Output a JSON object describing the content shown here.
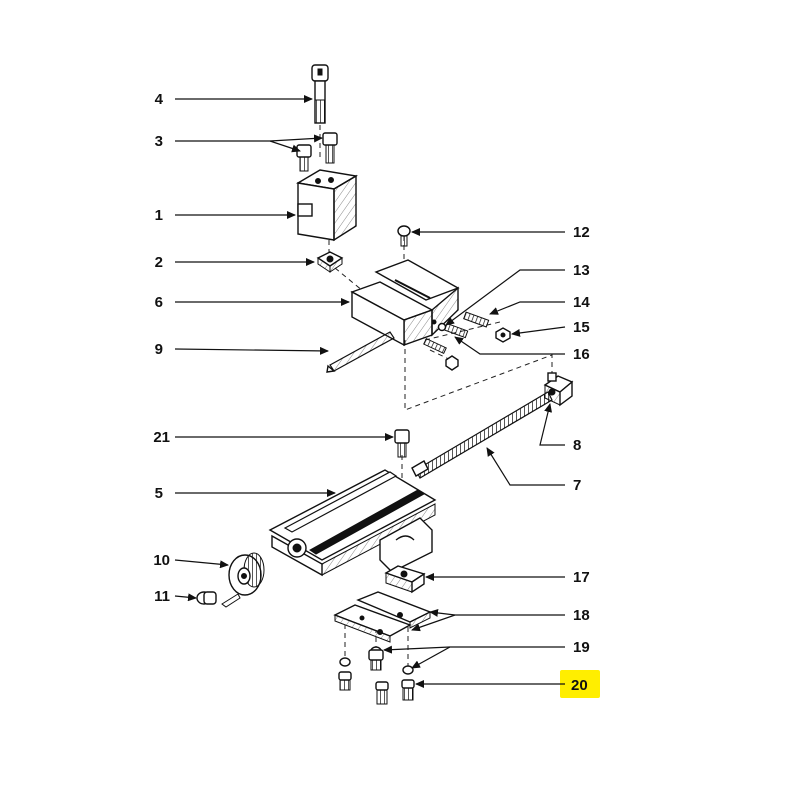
{
  "labels": {
    "l1": "1",
    "l2": "2",
    "l3": "3",
    "l4": "4",
    "l5": "5",
    "l6": "6",
    "l7": "7",
    "l8": "8",
    "l9": "9",
    "l10": "10",
    "l11": "11",
    "l12": "12",
    "l13": "13",
    "l14": "14",
    "l15": "15",
    "l16": "16",
    "l17": "17",
    "l18": "18",
    "l19": "19",
    "l20": "20",
    "l21": "21"
  },
  "colors": {
    "highlight": "#ffee00",
    "ink": "#111111"
  }
}
